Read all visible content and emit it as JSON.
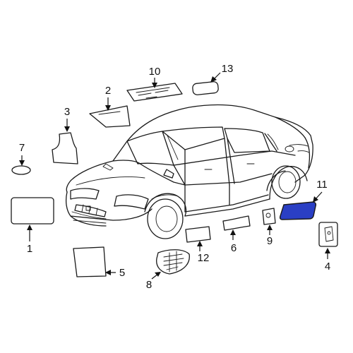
{
  "colors": {
    "line": "#1a1a1a",
    "highlight": "#2a3fc4",
    "background": "#ffffff"
  },
  "callouts": [
    {
      "id": "1",
      "label": "1"
    },
    {
      "id": "2",
      "label": "2"
    },
    {
      "id": "3",
      "label": "3"
    },
    {
      "id": "4",
      "label": "4"
    },
    {
      "id": "5",
      "label": "5"
    },
    {
      "id": "6",
      "label": "6"
    },
    {
      "id": "7",
      "label": "7"
    },
    {
      "id": "8",
      "label": "8"
    },
    {
      "id": "9",
      "label": "9"
    },
    {
      "id": "10",
      "label": "10"
    },
    {
      "id": "11",
      "label": "11",
      "highlighted": true
    },
    {
      "id": "12",
      "label": "12"
    },
    {
      "id": "13",
      "label": "13"
    }
  ]
}
